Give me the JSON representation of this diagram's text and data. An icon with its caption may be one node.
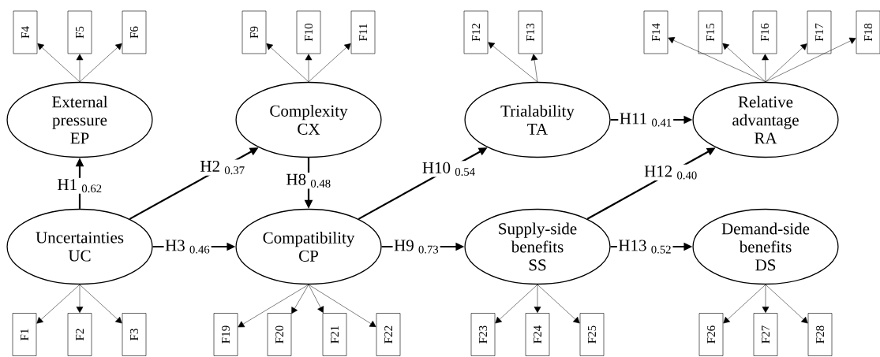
{
  "diagram": {
    "nodes": [
      {
        "text": [
          "F4"
        ]
      },
      {
        "text": [
          "F5"
        ]
      },
      {
        "text": [
          "F6"
        ]
      },
      {
        "text": [
          "F9"
        ]
      },
      {
        "text": [
          "F10"
        ]
      },
      {
        "text": [
          "F11"
        ]
      },
      {
        "text": [
          "F12"
        ]
      },
      {
        "text": [
          "F13"
        ]
      },
      {
        "text": [
          "F14"
        ]
      },
      {
        "text": [
          "F15"
        ]
      },
      {
        "text": [
          "F16"
        ]
      },
      {
        "text": [
          "F17"
        ]
      },
      {
        "text": [
          "F18"
        ]
      },
      {
        "text": [
          "External pressure",
          "EP"
        ]
      },
      {
        "text": [
          "Complexity",
          "CX"
        ]
      },
      {
        "text": [
          "Trialability",
          "TA"
        ]
      },
      {
        "text": [
          "Relative advantage",
          "RA"
        ]
      },
      {
        "text": [
          "Uncertainties",
          "UC"
        ]
      },
      {
        "text": [
          "Compatibility",
          "CP"
        ]
      },
      {
        "text": [
          "Supply-side benefits",
          "SS"
        ]
      },
      {
        "text": [
          "Demand-side benefits",
          "DS"
        ]
      },
      {
        "text": [
          "F1"
        ]
      },
      {
        "text": [
          "F2"
        ]
      },
      {
        "text": [
          "F3"
        ]
      },
      {
        "text": [
          "F19"
        ]
      },
      {
        "text": [
          "F20"
        ]
      },
      {
        "text": [
          "F21"
        ]
      },
      {
        "text": [
          "F22"
        ]
      },
      {
        "text": [
          "F23"
        ]
      },
      {
        "text": [
          "F24"
        ]
      },
      {
        "text": [
          "F25"
        ]
      },
      {
        "text": [
          "F26"
        ]
      },
      {
        "text": [
          "F27"
        ]
      },
      {
        "text": [
          "F28"
        ]
      }
    ],
    "edges": [
      {
        "from": 17,
        "to": 13,
        "arrow": "to",
        "label": "H1 $_{0.62}$",
        "style": "thick"
      },
      {
        "from": 17,
        "to": 14,
        "arrow": "to",
        "label": "H2 $_{0.37}$",
        "style": "thick"
      },
      {
        "from": 17,
        "to": 18,
        "arrow": "to",
        "label": "H3 $_{0.46}$",
        "style": "thick"
      },
      {
        "from": 14,
        "to": 18,
        "arrow": "to",
        "label": "H8 $_{0.48}$",
        "style": "thick"
      },
      {
        "from": 18,
        "to": 19,
        "arrow": "to",
        "label": "H9 $_{0.73}$",
        "style": "thick"
      },
      {
        "from": 18,
        "to": 15,
        "arrow": "to",
        "label": "H10 $_{0.54}$",
        "style": "thick"
      },
      {
        "from": 15,
        "to": 16,
        "arrow": "to",
        "label": "H11 $_{0.41}$",
        "style": "thick"
      },
      {
        "from": 19,
        "to": 16,
        "arrow": "to",
        "label": "H12 $_{0.40}$",
        "style": "thick"
      },
      {
        "from": 19,
        "to": 20,
        "arrow": "to",
        "label": "H13 $_{0.52}$",
        "style": "thick"
      },
      {
        "from": 13,
        "to": 0,
        "arrow": "to"
      },
      {
        "from": 13,
        "to": 1,
        "arrow": "to"
      },
      {
        "from": 13,
        "to": 2,
        "arrow": "to"
      },
      {
        "from": 14,
        "to": 3,
        "arrow": "to"
      },
      {
        "from": 14,
        "to": 4,
        "arrow": "to"
      },
      {
        "from": 14,
        "to": 5,
        "arrow": "to"
      },
      {
        "from": 15,
        "to": 6,
        "arrow": "to"
      },
      {
        "from": 15,
        "to": 7,
        "arrow": "to"
      },
      {
        "from": 16,
        "to": 8,
        "arrow": "to"
      },
      {
        "from": 16,
        "to": 9,
        "arrow": "to"
      },
      {
        "from": 16,
        "to": 10,
        "arrow": "to"
      },
      {
        "from": 16,
        "to": 11,
        "arrow": "to"
      },
      {
        "from": 16,
        "to": 12,
        "arrow": "to"
      },
      {
        "from": 17,
        "to": 21,
        "arrow": "to"
      },
      {
        "from": 17,
        "to": 22,
        "arrow": "to"
      },
      {
        "from": 17,
        "to": 23,
        "arrow": "to"
      },
      {
        "from": 18,
        "to": 24,
        "arrow": "to"
      },
      {
        "from": 18,
        "to": 25,
        "arrow": "to"
      },
      {
        "from": 18,
        "to": 26,
        "arrow": "to"
      },
      {
        "from": 18,
        "to": 27,
        "arrow": "to"
      },
      {
        "from": 19,
        "to": 28,
        "arrow": "to"
      },
      {
        "from": 19,
        "to": 29,
        "arrow": "to"
      },
      {
        "from": 19,
        "to": 30,
        "arrow": "to"
      },
      {
        "from": 20,
        "to": 31,
        "arrow": "to"
      },
      {
        "from": 20,
        "to": 32,
        "arrow": "to"
      },
      {
        "from": 20,
        "to": 33,
        "arrow": "to"
      }
    ]
  }
}
